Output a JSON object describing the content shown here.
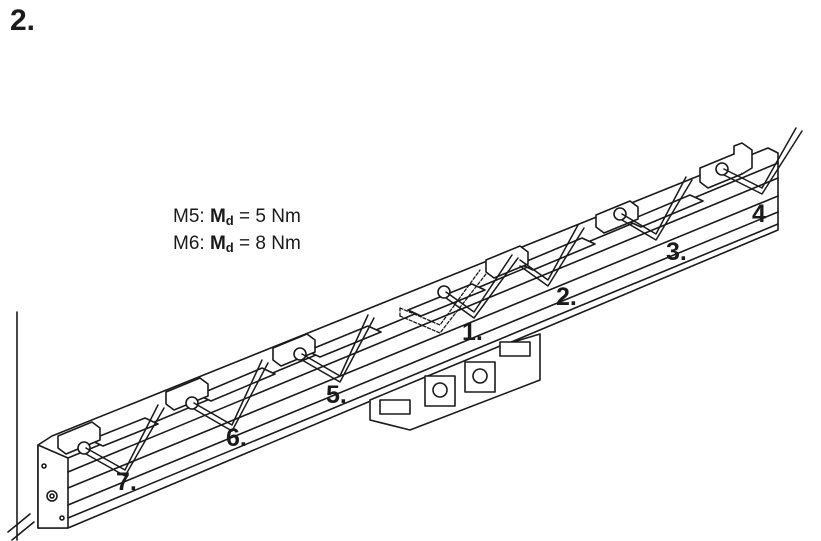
{
  "step_number": "2.",
  "torque_specs": [
    {
      "thread": "M5:",
      "symbol": "M",
      "subscript": "d",
      "value": "= 5 Nm"
    },
    {
      "thread": "M6:",
      "symbol": "M",
      "subscript": "d",
      "value": "= 8 Nm"
    }
  ],
  "tightening_sequence": [
    "1.",
    "2.",
    "3.",
    "4",
    "5.",
    "6.",
    "7."
  ]
}
